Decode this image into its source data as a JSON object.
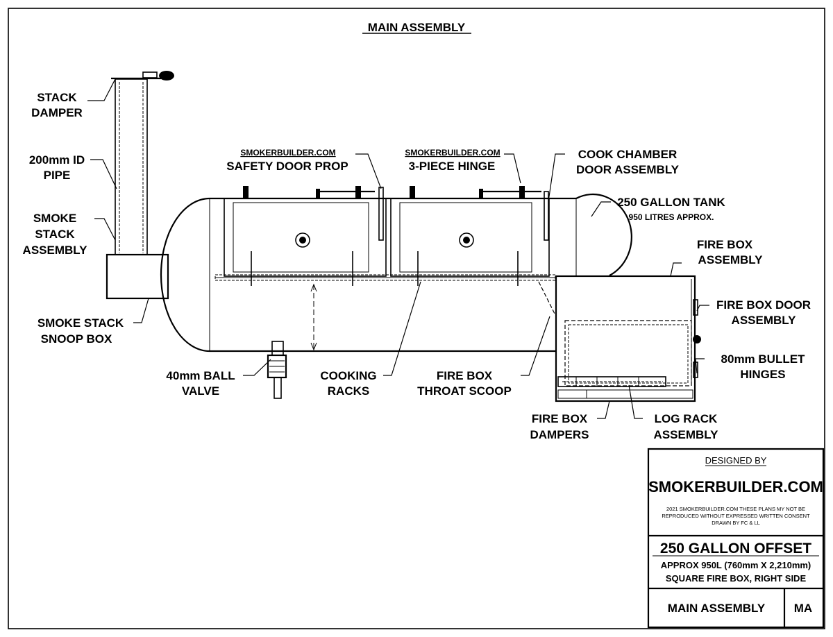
{
  "title": "MAIN ASSEMBLY",
  "labels": {
    "stack_damper": [
      "STACK",
      "DAMPER"
    ],
    "pipe": [
      "200mm ID",
      "PIPE"
    ],
    "smoke_stack_assembly": [
      "SMOKE",
      "STACK",
      "ASSEMBLY"
    ],
    "snoop_box": [
      "SMOKE STACK",
      "SNOOP BOX"
    ],
    "ball_valve": [
      "40mm BALL",
      "VALVE"
    ],
    "cooking_racks": [
      "COOKING",
      "RACKS"
    ],
    "throat_scoop": [
      "FIRE BOX",
      "THROAT SCOOP"
    ],
    "fire_box_dampers": [
      "FIRE BOX",
      "DAMPERS"
    ],
    "log_rack": [
      "LOG RACK",
      "ASSEMBLY"
    ],
    "bullet_hinges": [
      "80mm BULLET",
      "HINGES"
    ],
    "fire_box_door": [
      "FIRE BOX DOOR",
      "ASSEMBLY"
    ],
    "fire_box_assembly": [
      "FIRE BOX",
      "ASSEMBLY"
    ],
    "tank": [
      "250 GALLON TANK",
      "950 LITRES APPROX."
    ],
    "cook_chamber_door": [
      "COOK CHAMBER",
      "DOOR ASSEMBLY"
    ],
    "safety_door_prop": [
      "SMOKERBUILDER.COM",
      "SAFETY DOOR PROP"
    ],
    "three_piece_hinge": [
      "SMOKERBUILDER.COM",
      "3-PIECE HINGE"
    ]
  },
  "title_block": {
    "designed_by": "DESIGNED BY",
    "company": "SMOKERBUILDER.COM",
    "notice": [
      "2021 SMOKERBUILDER.COM THESE PLANS MY NOT BE",
      "REPRODUCED WITHOUT EXPRESSED WRITTEN CONSENT",
      "DRAWN BY FC & LL"
    ],
    "product": "250 GALLON OFFSET",
    "spec_line1": "APPROX 950L (760mm X 2,210mm)",
    "spec_line2": "SQUARE FIRE BOX, RIGHT SIDE",
    "sheet_name": "MAIN ASSEMBLY",
    "sheet_code": "MA"
  }
}
